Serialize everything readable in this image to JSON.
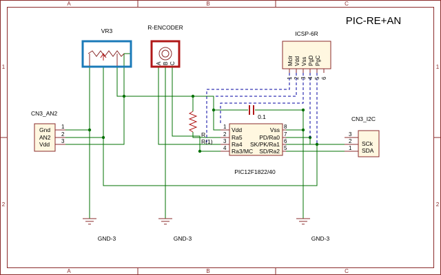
{
  "title": "PIC-RE+AN",
  "zones": {
    "top": [
      "A",
      "B",
      "C"
    ],
    "side": [
      "1",
      "2"
    ]
  },
  "parts": {
    "vr3": {
      "ref": "VR3"
    },
    "encoder": {
      "ref": "R-ENCODER",
      "pins": [
        "A",
        "B",
        "C"
      ]
    },
    "icsp": {
      "ref": "ICSP-6R",
      "pins": [
        "Mclr",
        "Vdd",
        "Vss",
        "PgD",
        "PgC"
      ],
      "pin_numbers": [
        "1",
        "2",
        "3",
        "4",
        "5",
        "6"
      ]
    },
    "cn3_an2": {
      "ref": "CN3_AN2",
      "pins": [
        "Gnd",
        "AN2",
        "Vdd"
      ],
      "pin_numbers": [
        "1",
        "2",
        "3"
      ]
    },
    "cn3_i2c": {
      "ref": "CN3_I2C",
      "pins": [
        "SCk",
        "SDA"
      ],
      "pin_numbers": [
        "3",
        "2",
        "1"
      ]
    },
    "capacitor": {
      "value": "0.1"
    },
    "resistor": {
      "labels": [
        "R",
        "R(1)"
      ]
    },
    "pic": {
      "ref": "PIC12F1822/40",
      "left_pins": [
        "Vdd",
        "Ra5",
        "Ra4",
        "Ra3/MC"
      ],
      "left_numbers": [
        "1",
        "2",
        "3",
        "4"
      ],
      "right_pins": [
        "Vss",
        "PD/Ra0",
        "SK/PK/Ra1",
        "SD/Ra2"
      ],
      "right_numbers": [
        "8",
        "7",
        "6",
        "5"
      ]
    }
  },
  "grounds": [
    "GND-3",
    "GND-3",
    "GND-3"
  ],
  "colors": {
    "frame": "#8a2a2a",
    "wire": "#007000",
    "icsp_bus": "#0000a0",
    "vr3_box": "#1a7ab8",
    "encoder_box": "#b01818"
  }
}
